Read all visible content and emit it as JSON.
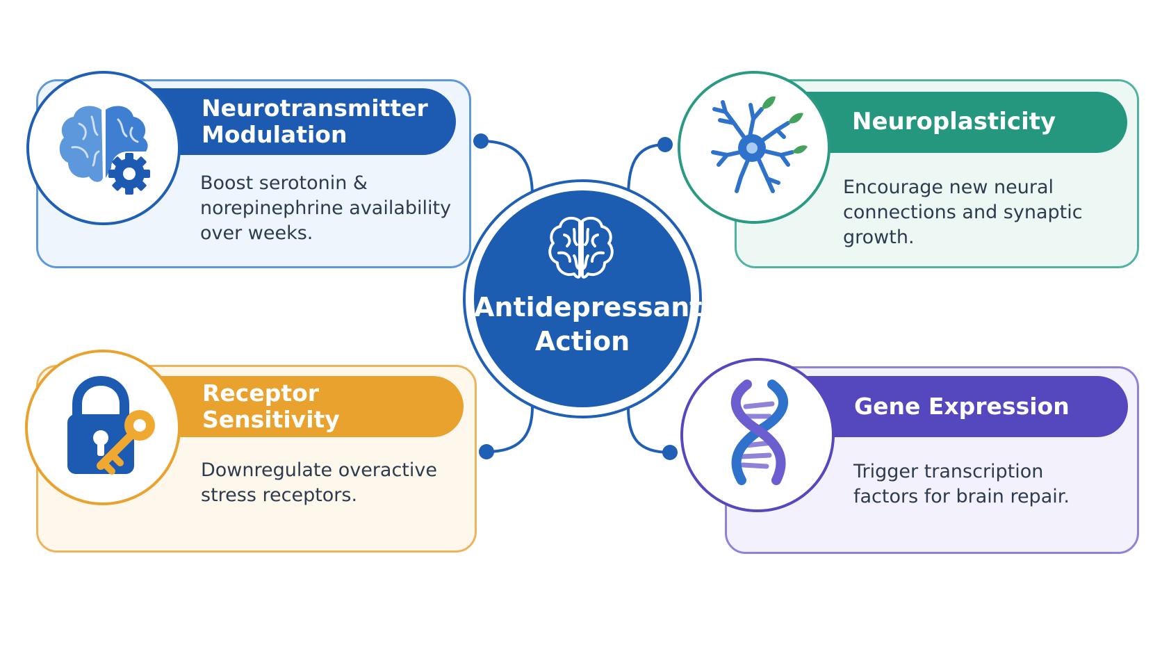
{
  "center": {
    "title_line1": "Antidepressant",
    "title_line2": "Action",
    "icon": "brain-outline-icon"
  },
  "cards": {
    "neurotransmitter": {
      "title_line1": "Neurotransmitter",
      "title_line2": "Modulation",
      "description_lines": [
        "Boost serotonin &",
        "norepinephrine availability",
        "over weeks."
      ],
      "icon": "brain-gear-icon",
      "color": "#1d5bb3"
    },
    "neuroplasticity": {
      "title": "Neuroplasticity",
      "description_lines": [
        "Encourage new neural",
        "connections and synaptic",
        "growth."
      ],
      "icon": "neuron-icon",
      "color": "#24977e"
    },
    "receptor": {
      "title": "Receptor Sensitivity",
      "description_lines": [
        "Downregulate overactive",
        "stress receptors."
      ],
      "icon": "lock-key-icon",
      "color": "#eaa22f"
    },
    "gene": {
      "title": "Gene Expression",
      "description_lines": [
        "Trigger transcription",
        "factors for brain repair."
      ],
      "icon": "dna-icon",
      "color": "#5548bf"
    }
  },
  "colors": {
    "center": "#1c5cb1",
    "connector": "#1f5fb6"
  }
}
